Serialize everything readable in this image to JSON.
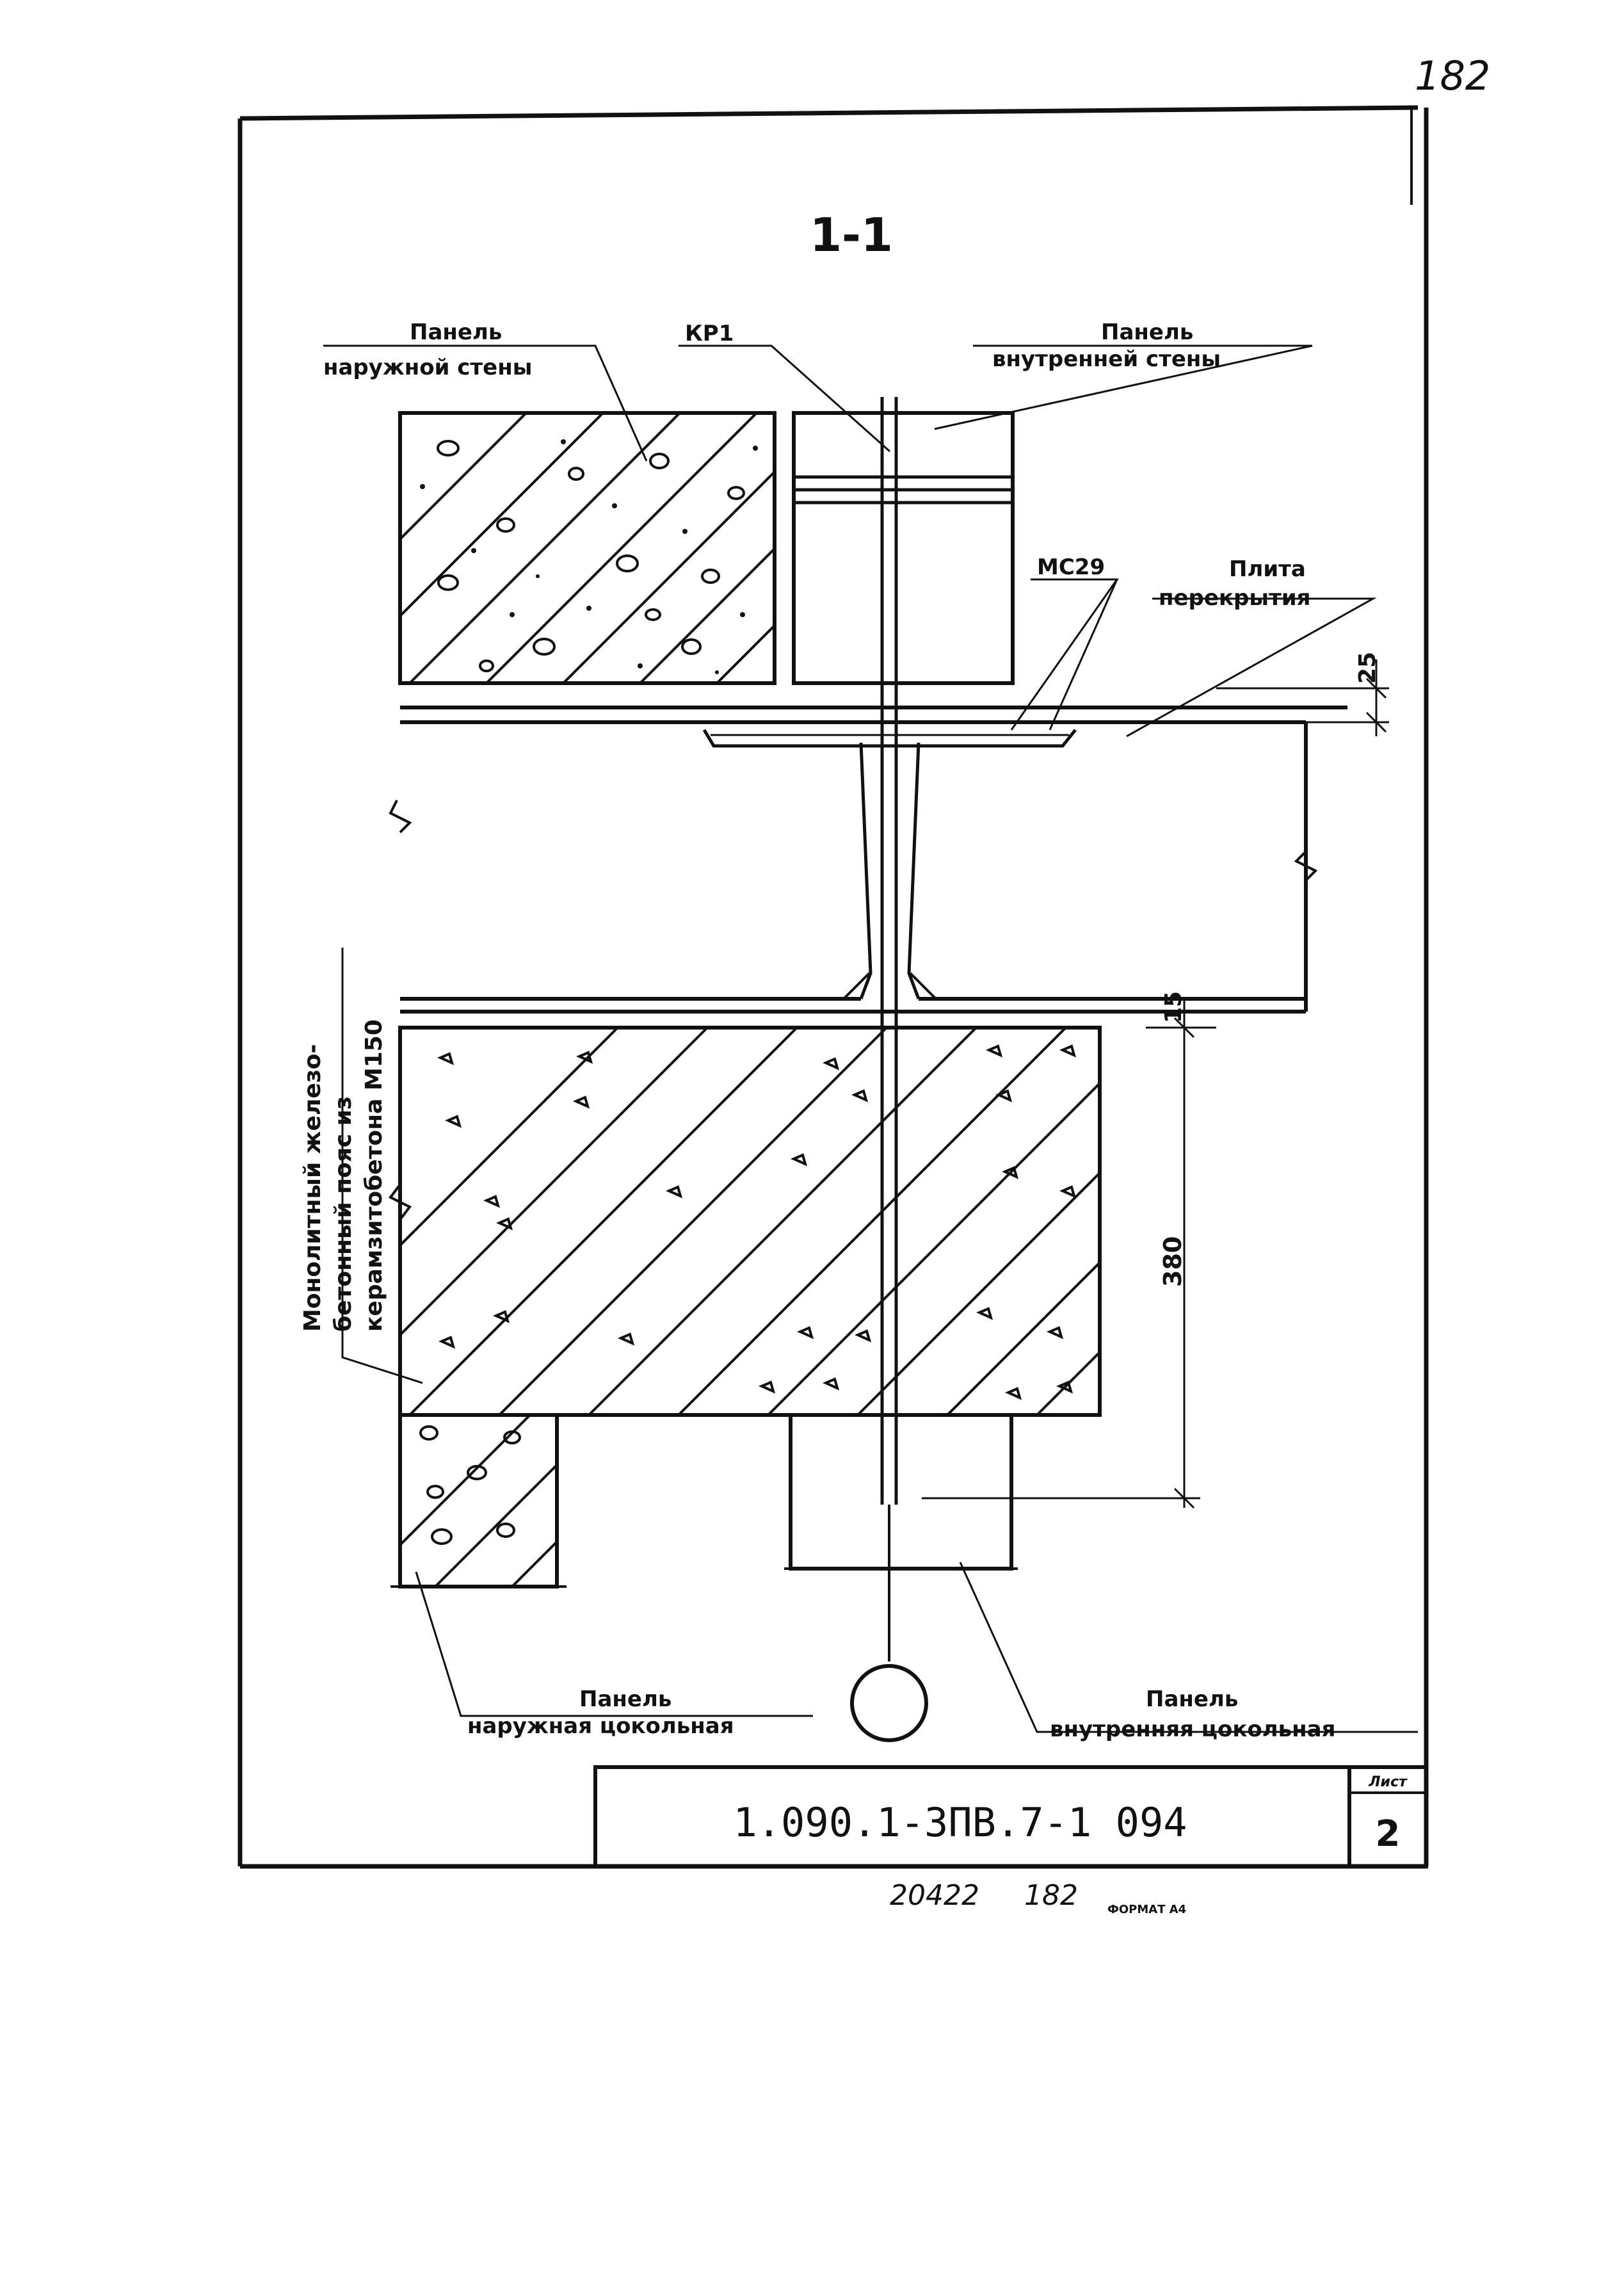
{
  "page_number": "182",
  "section_title": "1-1",
  "labels": {
    "outer_wall_line1": "Панель",
    "outer_wall_line2": "наружной стены",
    "kr1": "КР1",
    "inner_wall_line1": "Панель",
    "inner_wall_line2": "внутренней стены",
    "ms29": "МС29",
    "slab_line1": "Плита",
    "slab_line2": "перекрытия",
    "belt_line1": "Монолитный железо-",
    "belt_line2": "бетонный пояс из",
    "belt_line3": "керамзитобетона М150",
    "outer_plinth_line1": "Панель",
    "outer_plinth_line2": "наружная цокольная",
    "inner_plinth_line1": "Панель",
    "inner_plinth_line2": "внутренняя цокольная"
  },
  "dimensions": {
    "d25": "25",
    "d15": "15",
    "d380": "380"
  },
  "title_block": {
    "code": "1.090.1-3ПВ.7-1 094",
    "sheet_label": "Лист",
    "sheet_number": "2"
  },
  "footer": {
    "inventory": "20422",
    "page": "182",
    "format": "ФОРМАТ А4"
  }
}
